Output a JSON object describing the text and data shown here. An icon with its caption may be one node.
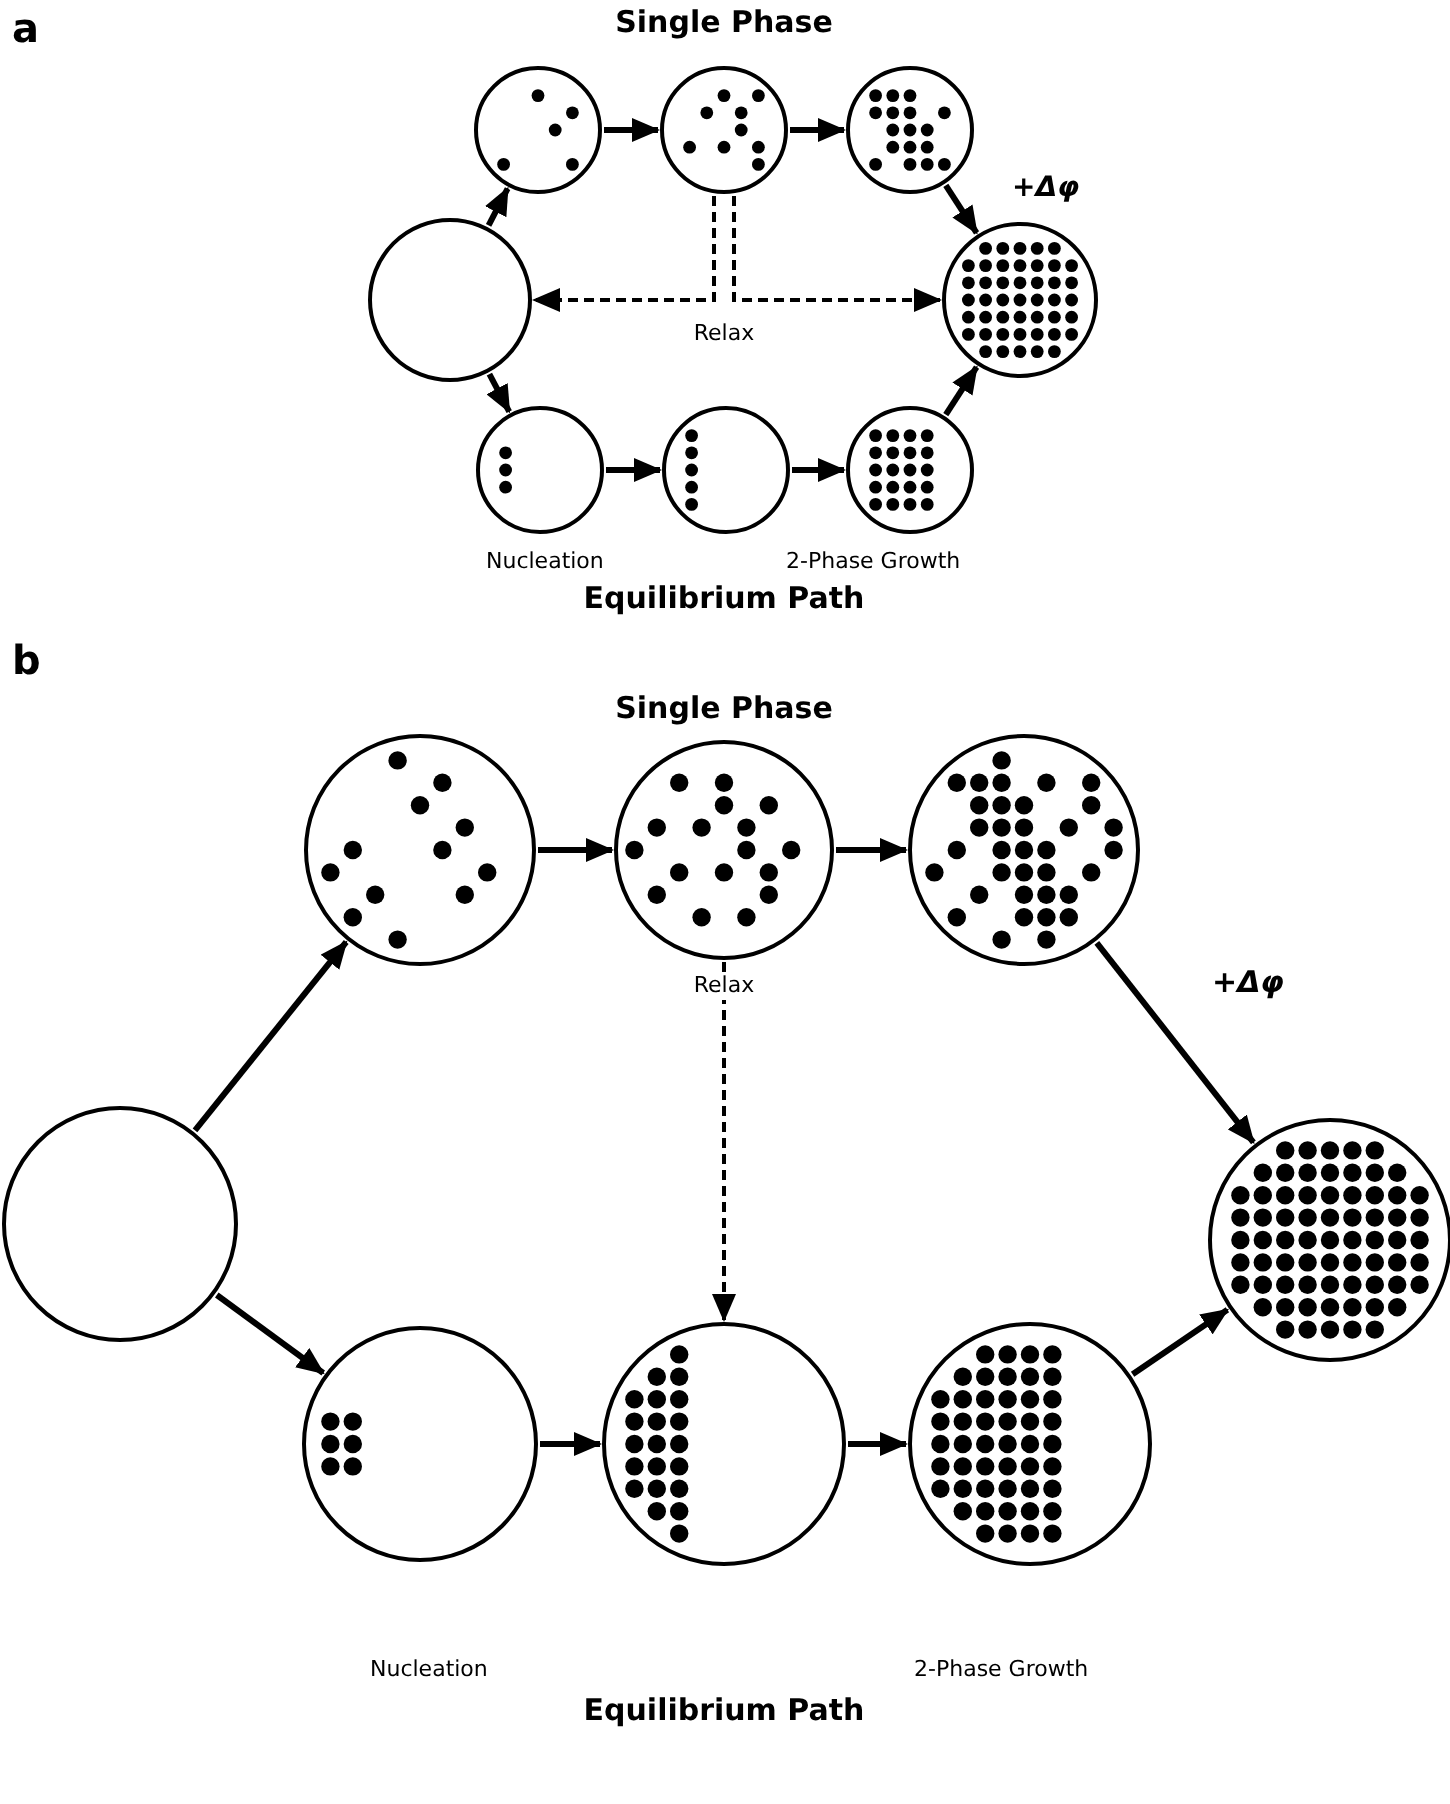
{
  "diagram": {
    "nodes": [
      {
        "text": [],
        "shape": "circle"
      },
      {
        "text": [],
        "shape": "circle"
      },
      {
        "text": [],
        "shape": "circle"
      },
      {
        "text": [],
        "shape": "circle"
      },
      {
        "text": [],
        "shape": "circle"
      },
      {
        "text": [],
        "shape": "circle"
      },
      {
        "text": [],
        "shape": "circle"
      },
      {
        "text": [],
        "shape": "circle"
      },
      {
        "text": [],
        "shape": "circle"
      },
      {
        "text": [],
        "shape": "circle"
      },
      {
        "text": [],
        "shape": "circle"
      },
      {
        "text": [],
        "shape": "circle"
      },
      {
        "text": [],
        "shape": "circle"
      },
      {
        "text": [],
        "shape": "circle"
      },
      {
        "text": [],
        "shape": "circle"
      },
      {
        "text": [],
        "shape": "circle"
      }
    ],
    "edges": [
      {
        "from": 3,
        "to": 0,
        "arrow": "to"
      },
      {
        "from": 0,
        "to": 1,
        "arrow": "to"
      },
      {
        "from": 1,
        "to": 2,
        "arrow": "to"
      },
      {
        "from": 2,
        "to": 4,
        "arrow": "to"
      },
      {
        "from": 3,
        "to": 5,
        "arrow": "to"
      },
      {
        "from": 5,
        "to": 6,
        "arrow": "to"
      },
      {
        "from": 6,
        "to": 7,
        "arrow": "to"
      },
      {
        "from": 7,
        "to": 4,
        "arrow": "to"
      },
      {
        "from": 1,
        "to": 3,
        "arrow": "to",
        "style": "dashed"
      },
      {
        "from": 1,
        "to": 4,
        "arrow": "to",
        "style": "dashed"
      },
      {
        "from": 11,
        "to": 8,
        "arrow": "to"
      },
      {
        "from": 8,
        "to": 9,
        "arrow": "to"
      },
      {
        "from": 9,
        "to": 10,
        "arrow": "to"
      },
      {
        "from": 10,
        "to": 12,
        "arrow": "to"
      },
      {
        "from": 11,
        "to": 13,
        "arrow": "to"
      },
      {
        "from": 13,
        "to": 14,
        "arrow": "to"
      },
      {
        "from": 14,
        "to": 15,
        "arrow": "to"
      },
      {
        "from": 15,
        "to": 12,
        "arrow": "to"
      },
      {
        "from": 9,
        "to": 14,
        "arrow": "to",
        "style": "dashed"
      }
    ],
    "labels": [
      "a",
      "Single Phase",
      "+Δφ",
      "Relax",
      "Nucleation",
      "2-Phase Growth",
      "Equilibrium Path",
      "b",
      "Single Phase",
      "Relax",
      "+Δφ",
      "Nucleation",
      "2-Phase Growth",
      "Equilibrium Path"
    ]
  }
}
